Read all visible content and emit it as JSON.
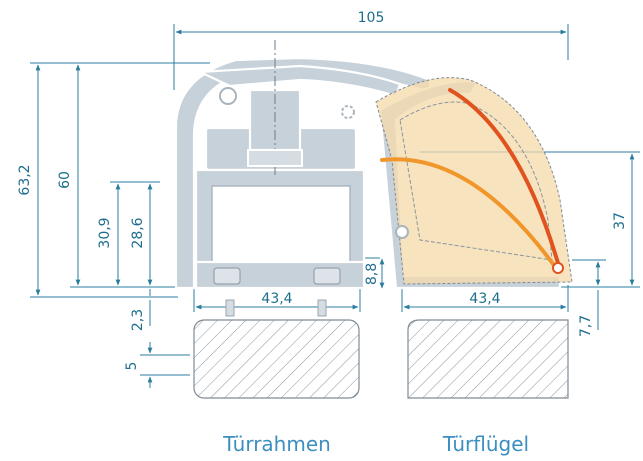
{
  "colors": {
    "dimension": "#1f6e8f",
    "caption": "#3c8fc0",
    "profile": "#c7d1d9",
    "seal_fill": "#f6d9aa",
    "seal_red": "#e0531f",
    "seal_orange": "#f0962a"
  },
  "dimensions": {
    "width_total": "105",
    "height_total": "63,2",
    "height_60": "60",
    "height_30_9": "30,9",
    "height_28_6": "28,6",
    "gap_2_3": "2,3",
    "height_8_8": "8,8",
    "width_frame": "43,4",
    "width_sash": "43,4",
    "height_37": "37",
    "height_7_7": "7,7",
    "thickness_5": "5"
  },
  "captions": {
    "frame": "Türrahmen",
    "sash": "Türflügel"
  }
}
